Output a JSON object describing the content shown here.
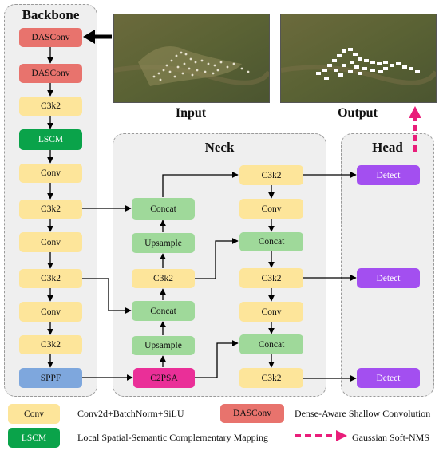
{
  "panels": {
    "backbone_title": "Backbone",
    "neck_title": "Neck",
    "head_title": "Head"
  },
  "images": {
    "input_caption": "Input",
    "output_caption": "Output"
  },
  "backbone": {
    "b1": "DASConv",
    "b2": "DASConv",
    "b3": "C3k2",
    "b4": "LSCM",
    "b5": "Conv",
    "b6": "C3k2",
    "b7": "Conv",
    "b8": "C3k2",
    "b9": "Conv",
    "b10": "C3k2",
    "b11": "SPPF"
  },
  "neck": {
    "n_concat1": "Concat",
    "n_upsample1": "Upsample",
    "n_c3k2": "C3k2",
    "n_concat2": "Concat",
    "n_upsample2": "Upsample",
    "n_c2psa": "C2PSA",
    "m_c3k2_top": "C3k2",
    "m_conv1": "Conv",
    "m_concat1": "Concat",
    "m_c3k2_mid": "C3k2",
    "m_conv2": "Conv",
    "m_concat2": "Concat",
    "m_c3k2_bot": "C3k2"
  },
  "head": {
    "d1": "Detect",
    "d2": "Detect",
    "d3": "Detect"
  },
  "legend": {
    "conv_box": "Conv",
    "conv_desc": "Conv2d+BatchNorm+SiLU",
    "dasconv_box": "DASConv",
    "dasconv_desc": "Dense-Aware Shallow Convolution",
    "lscm_box": "LSCM",
    "lscm_desc": "Local Spatial-Semantic Complementary Mapping",
    "nms_desc": "Gaussian Soft-NMS"
  },
  "colors": {
    "conv": "#fde59a",
    "concat": "#9fd99a",
    "dasconv": "#e8736d",
    "lscm": "#0aa34a",
    "sppf": "#7ea7dd",
    "c2psa": "#ea2f98",
    "detect": "#a34ff0",
    "nms_arrow": "#e91e7a"
  }
}
